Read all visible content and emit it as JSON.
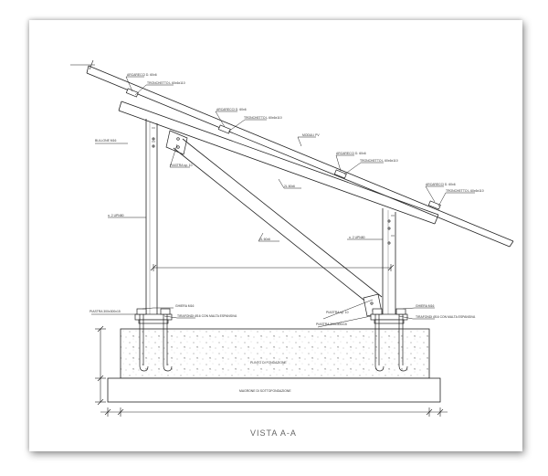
{
  "view_title": "VISTA A-A",
  "labels": {
    "arcarecci_1": "ARCARECCI D. 60x6",
    "tronchetto_1": "TRONCHETTO L 60x6x110",
    "arcarecci_2": "ARCARECCI D. 60x6",
    "tronchetto_2": "TRONCHETTO L 60x6x110",
    "arcarecci_3": "ARCARECCI D. 60x6",
    "tronchetto_3": "TRONCHETTO L 60x6x110",
    "arcarecci_4": "ARCARECCI D. 60x6",
    "tronchetto_4": "TRONCHETTO L 60x6x110",
    "bullone": "BULLONE M16",
    "modulo_pv": "MODULI PV",
    "piastra_top": "PIASTRA sp. 10",
    "l_beam_1": "2L 60x6",
    "l_beam_2": "2L 60x6",
    "col_left": "n. 2 UPN80",
    "col_right": "n. 2 UPN80",
    "piastra_base_left": "PIASTRA 300x300x15",
    "piastra_mid": "PIASTRA sp. 10",
    "piastra_base_right": "PIASTRA 300x300x15",
    "ghiera_left": "GHIERA M16",
    "ghiera_right": "GHIERA M16",
    "tirafondi_left": "TIRAFONDI Ø16 CON MALTA ESPANSIVA",
    "tirafondi_right": "TIRAFONDI Ø16 CON MALTA ESPANSIVA",
    "plinto": "PLINTO DI FONDAZIONE",
    "magrone": "MAGRONE DI SOTTOFONDAZIONE"
  }
}
